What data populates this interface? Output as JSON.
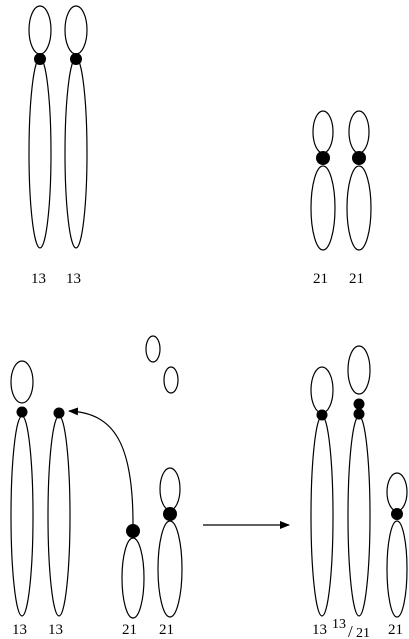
{
  "figure": {
    "top_left_labels": [
      "13",
      "13"
    ],
    "top_right_labels": [
      "21",
      "21"
    ],
    "bottom_left_labels": [
      "13",
      "13",
      "21",
      "21"
    ],
    "bottom_right_labels": {
      "first": "13",
      "fused_top": "13",
      "fused_slash": "/",
      "fused_bottom": "21",
      "last": "21"
    }
  }
}
